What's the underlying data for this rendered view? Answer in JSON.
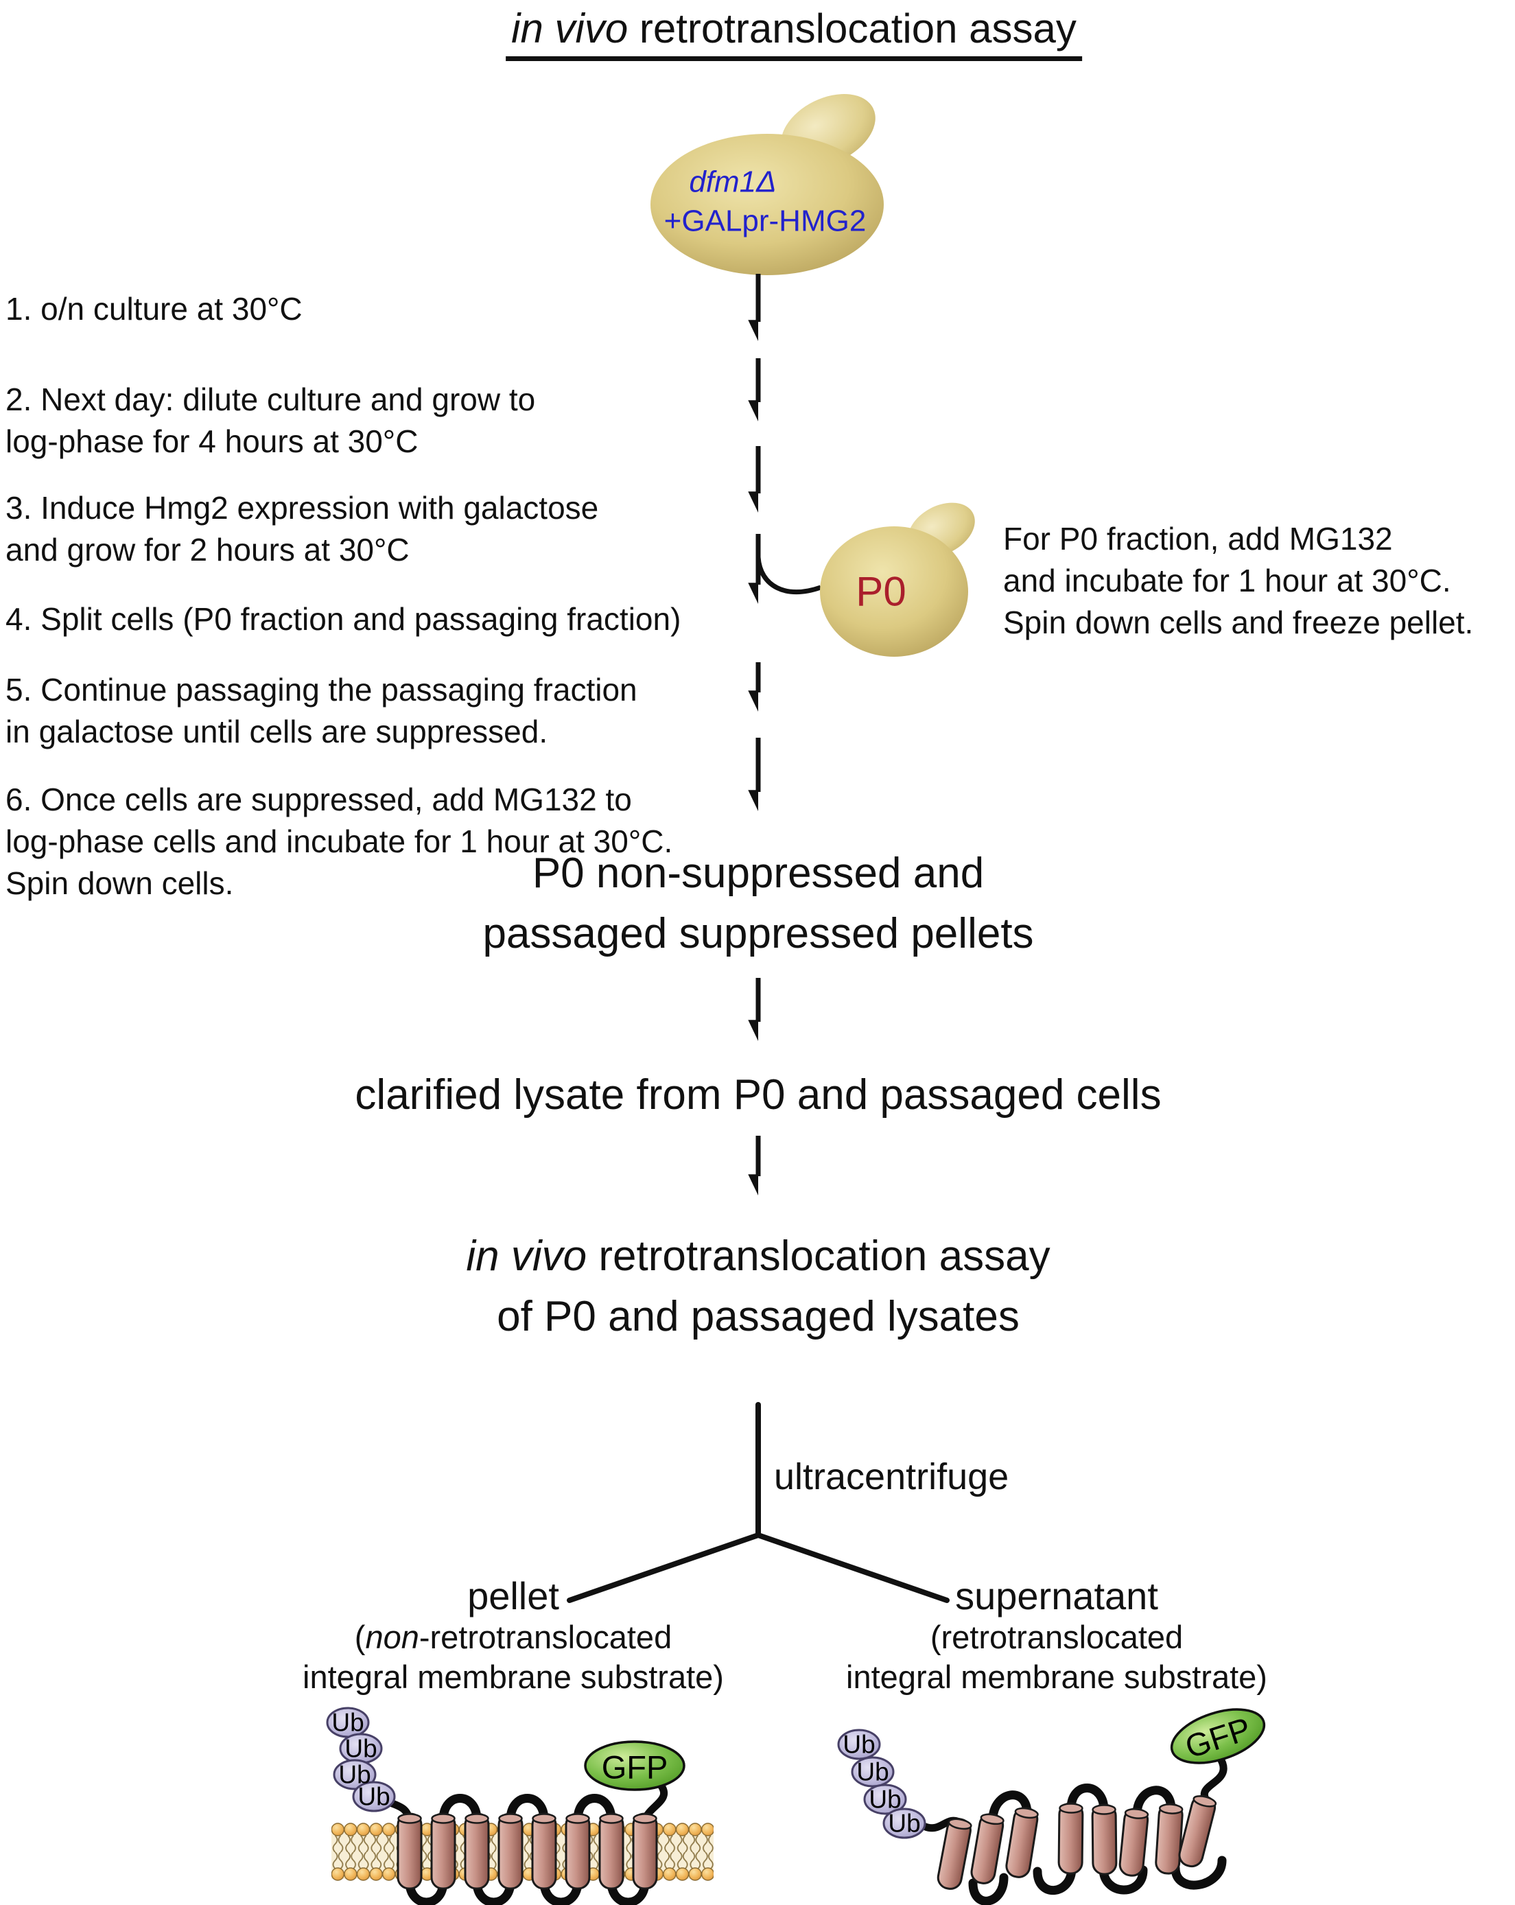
{
  "title": {
    "italic": "in vivo",
    "rest": " retrotranslocation assay"
  },
  "start_cell": {
    "genotype": "dfm1Δ",
    "construct": "+GALpr-HMG2"
  },
  "steps": [
    {
      "lines": [
        "1. o/n culture at 30°C"
      ]
    },
    {
      "lines": [
        "2. Next day: dilute culture and grow to",
        "log-phase for 4 hours at 30°C"
      ]
    },
    {
      "lines": [
        "3. Induce Hmg2 expression with galactose",
        "and grow for 2 hours at 30°C"
      ]
    },
    {
      "lines": [
        "4. Split cells (P0 fraction and passaging fraction)"
      ]
    },
    {
      "lines": [
        "5. Continue passaging the passaging fraction",
        "in galactose until cells are suppressed."
      ]
    },
    {
      "lines": [
        "6. Once cells are suppressed, add MG132 to",
        "log-phase cells and incubate for 1 hour at 30°C.",
        "Spin down cells."
      ]
    }
  ],
  "p0_branch": {
    "cell_label": "P0",
    "lines": [
      "For P0 fraction, add MG132",
      "and incubate for 1 hour at 30°C.",
      "Spin down cells and freeze pellet."
    ]
  },
  "flow": {
    "pellets_line1": "P0 non-suppressed and",
    "pellets_line2": "passaged suppressed pellets",
    "lysate": "clarified lysate from P0 and passaged cells",
    "assay_italic": "in vivo",
    "assay_rest": " retrotranslocation assay",
    "assay_line2": "of P0 and passaged lysates",
    "ultracentrifuge": "ultracentrifuge"
  },
  "outcomes": {
    "pellet": {
      "title": "pellet",
      "sub_pre": "(",
      "sub_italic": "non",
      "sub_post": "-retrotranslocated",
      "sub_line2": "integral membrane substrate)"
    },
    "supernatant": {
      "title": "supernatant",
      "sub_line1": "(retrotranslocated",
      "sub_line2": "integral membrane substrate)"
    }
  },
  "molecule": {
    "ub": "Ub",
    "gfp": "GFP"
  },
  "colors": {
    "label_blue": "#2222cc",
    "p0_red": "#aa1f2c",
    "cell_body": "#dcca82",
    "ubiquitin": "#beb9dc",
    "gfp_green": "#7cc04b",
    "helix": "#c79287",
    "lipid_head": "#f2b95e"
  }
}
